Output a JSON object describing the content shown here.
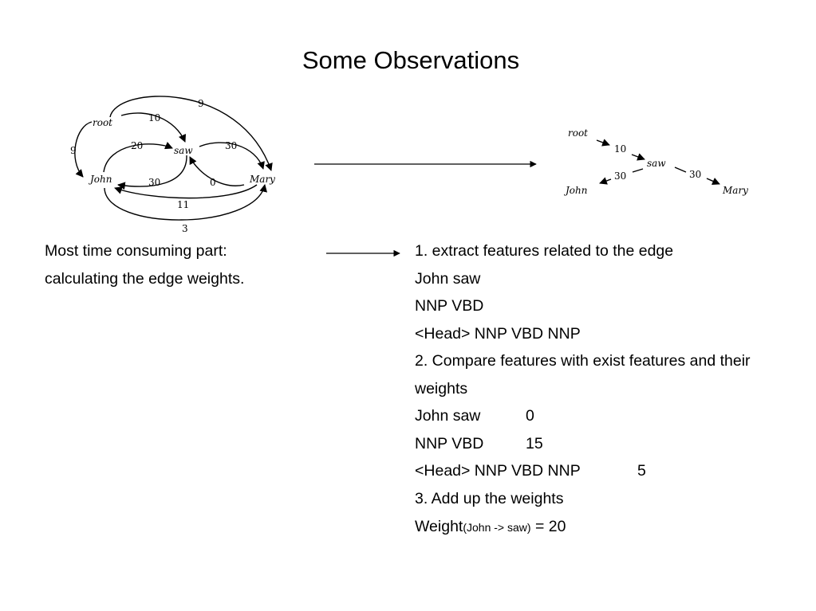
{
  "slide": {
    "title": "Some Observations"
  },
  "full_graph": {
    "nodes": {
      "root": "root",
      "saw": "saw",
      "john": "John",
      "mary": "Mary"
    },
    "weights": {
      "root_mary": "9",
      "root_saw": "10",
      "root_john": "9",
      "john_saw": "20",
      "saw_mary": "30",
      "saw_john": "30",
      "mary_saw": "0",
      "mary_john": "11",
      "john_mary": "3"
    }
  },
  "tree_graph": {
    "nodes": {
      "root": "root",
      "saw": "saw",
      "john": "John",
      "mary": "Mary"
    },
    "weights": {
      "root_saw": "10",
      "saw_john": "30",
      "saw_mary": "30"
    }
  },
  "left_text": {
    "line1": "Most time consuming part:",
    "line2": "calculating the edge weights."
  },
  "steps": {
    "step1": "1. extract features related to the edge",
    "f1": "John saw",
    "f2": "NNP VBD",
    "f3": "<Head> NNP VBD NNP",
    "step2a": "2. Compare features with exist features and their",
    "step2b": "weights",
    "w1_name": "John saw",
    "w1_val": "0",
    "w2_name": "NNP VBD",
    "w2_val": "15",
    "w3_name": "<Head> NNP VBD NNP",
    "w3_val": "5",
    "step3": "3. Add up the weights",
    "result_label": "Weight",
    "result_sub": "(John -> saw)",
    "result_val": "= 20"
  }
}
